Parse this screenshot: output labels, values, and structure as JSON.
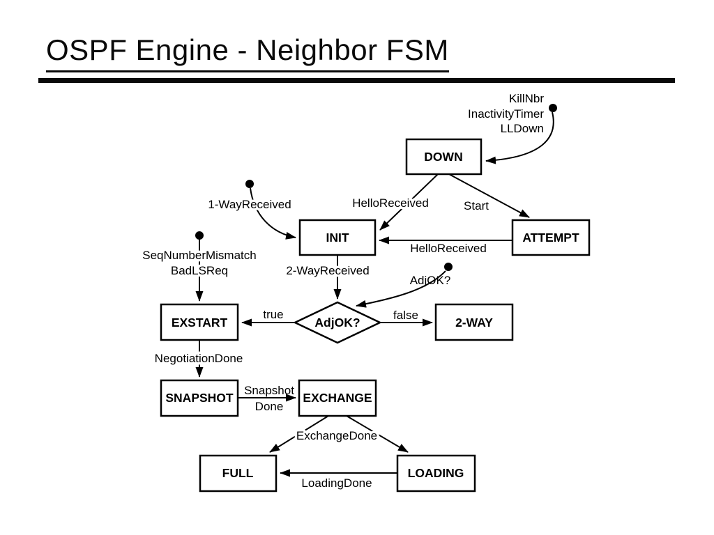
{
  "title": "OSPF Engine - Neighbor FSM",
  "states": {
    "down": "DOWN",
    "init": "INIT",
    "attempt": "ATTEMPT",
    "exstart": "EXSTART",
    "two_way": "2-WAY",
    "snapshot": "SNAPSHOT",
    "exchange": "EXCHANGE",
    "full": "FULL",
    "loading": "LOADING",
    "adjok_decision": "AdjOK?"
  },
  "labels": {
    "killnbr": "KillNbr",
    "inactivity_timer": "InactivityTimer",
    "lldown": "LLDown",
    "one_way_received": "1-WayReceived",
    "hello_received_down_init": "HelloReceived",
    "start": "Start",
    "hello_received_attempt_init": "HelloReceived",
    "seq_number_mismatch": "SeqNumberMismatch",
    "bad_ls_req": "BadLSReq",
    "two_way_received": "2-WayReceived",
    "adjok_event": "AdjOK?",
    "label_true": "true",
    "label_false": "false",
    "negotiation_done": "NegotiationDone",
    "snapshot_done_line1": "Snapshot",
    "snapshot_done_line2": "Done",
    "exchange_done": "ExchangeDone",
    "loading_done": "LoadingDone"
  }
}
